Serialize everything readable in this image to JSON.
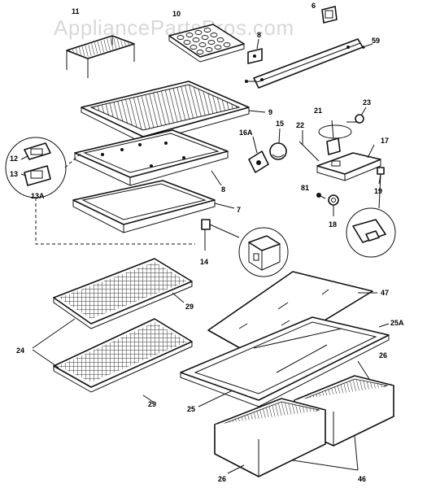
{
  "watermark": "AppliancePartsPros.com",
  "labels": {
    "p11": "11",
    "p10": "10",
    "p6": "6",
    "p8a": "8",
    "p59": "59",
    "p9": "9",
    "p21": "21",
    "p23": "23",
    "p16a": "16A",
    "p15": "15",
    "p22": "22",
    "p17": "17",
    "p12": "12",
    "p13": "13",
    "p13a": "13A",
    "p8b": "8",
    "p7": "7",
    "p81": "81",
    "p19": "19",
    "p18": "18",
    "p14": "14",
    "p29a": "29",
    "p47": "47",
    "p24": "24",
    "p25a": "25A",
    "p26a": "26",
    "p29b": "29",
    "p25": "25",
    "p26b": "26",
    "p46": "46"
  }
}
